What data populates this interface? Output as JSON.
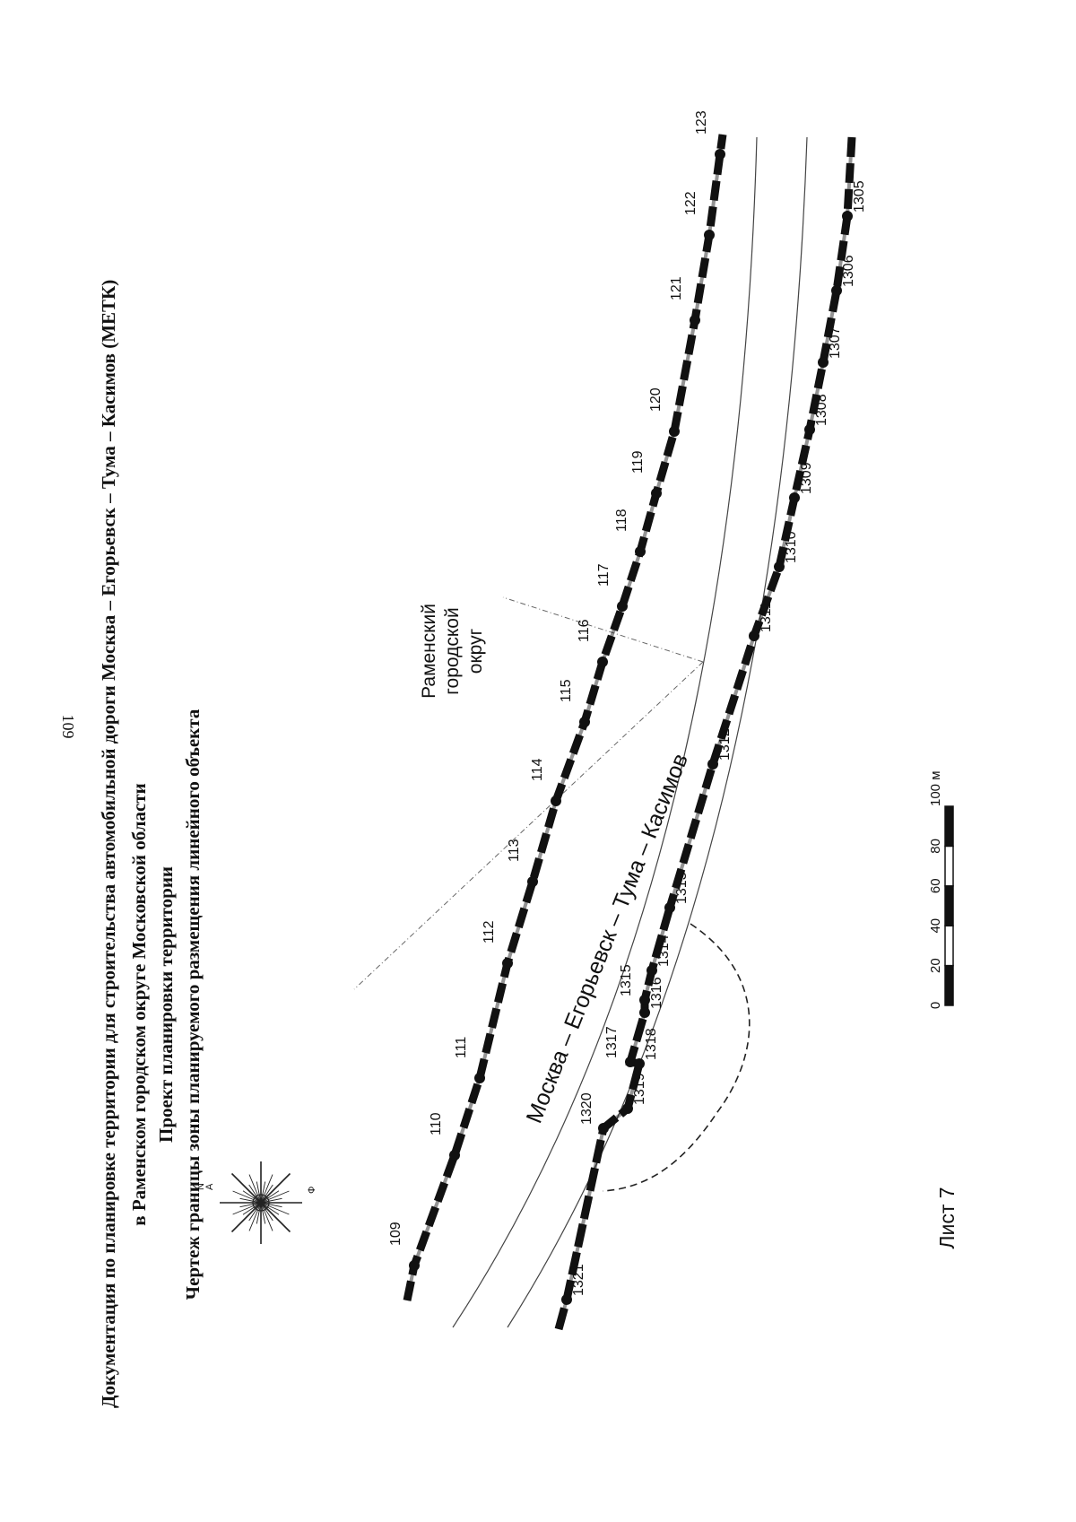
{
  "page_number": "109",
  "title_lines": [
    "Документация по планировке территории для строительства автомобильной дороги Москва – Егорьевск – Тума – Касимов (МЕТК)",
    "в Раменском городском округе Московской области",
    "Проект планировки территории",
    "Чертеж границы зоны планируемого размещения линейного объекта"
  ],
  "road_label": "Москва – Егорьевск – Тума – Касимов",
  "district_label": [
    "Раменский",
    "городской",
    "округ"
  ],
  "compass_letters": [
    "N",
    "A",
    "Ф"
  ],
  "north_points": [
    {
      "label": "109"
    },
    {
      "label": "110"
    },
    {
      "label": "111"
    },
    {
      "label": "112"
    },
    {
      "label": "113"
    },
    {
      "label": "114"
    },
    {
      "label": "115"
    },
    {
      "label": "116"
    },
    {
      "label": "117"
    },
    {
      "label": "118"
    },
    {
      "label": "119"
    },
    {
      "label": "120"
    },
    {
      "label": "121"
    },
    {
      "label": "122"
    },
    {
      "label": "123"
    }
  ],
  "south_points": [
    {
      "label": "1305"
    },
    {
      "label": "1306"
    },
    {
      "label": "1307"
    },
    {
      "label": "1308"
    },
    {
      "label": "1309"
    },
    {
      "label": "1310"
    },
    {
      "label": "1311"
    },
    {
      "label": "1312"
    },
    {
      "label": "1313"
    }
  ],
  "ramp_points": [
    {
      "label": "1314"
    },
    {
      "label": "1315"
    },
    {
      "label": "1316"
    },
    {
      "label": "1317"
    },
    {
      "label": "1318"
    },
    {
      "label": "1319"
    },
    {
      "label": "1320"
    },
    {
      "label": "1321"
    }
  ],
  "scale_bar": {
    "ticks": [
      "0",
      "20",
      "40",
      "60",
      "80",
      "100 м"
    ]
  },
  "sheet_label": "Лист 7"
}
